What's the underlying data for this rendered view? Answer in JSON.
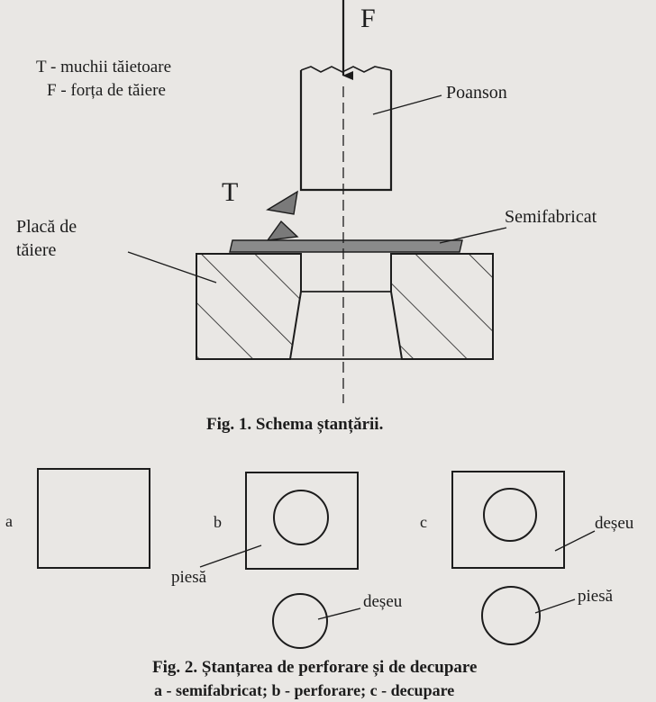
{
  "figure1": {
    "force_symbol": "F",
    "cut_symbol": "T",
    "legend": [
      "T - muchii tăietoare",
      "F - forța de tăiere"
    ],
    "punch_label": "Poanson",
    "blank_label": "Semifabricat",
    "die_label_line1": "Placă de",
    "die_label_line2": "tăiere",
    "caption": "Fig. 1.  Schema ștanțării."
  },
  "figure2": {
    "panel_a_letter": "a",
    "panel_b_letter": "b",
    "panel_c_letter": "c",
    "part_label_b": "piesă",
    "waste_label_b": "deșeu",
    "waste_label_c": "deșeu",
    "part_label_c": "piesă",
    "caption_line1": "Fig. 2. Ștanțarea de perforare și de decupare",
    "caption_line2": "a - semifabricat; b - perforare; c - decupare"
  },
  "colors": {
    "paper": "#e9e7e4",
    "ink": "#1c1c1c"
  }
}
